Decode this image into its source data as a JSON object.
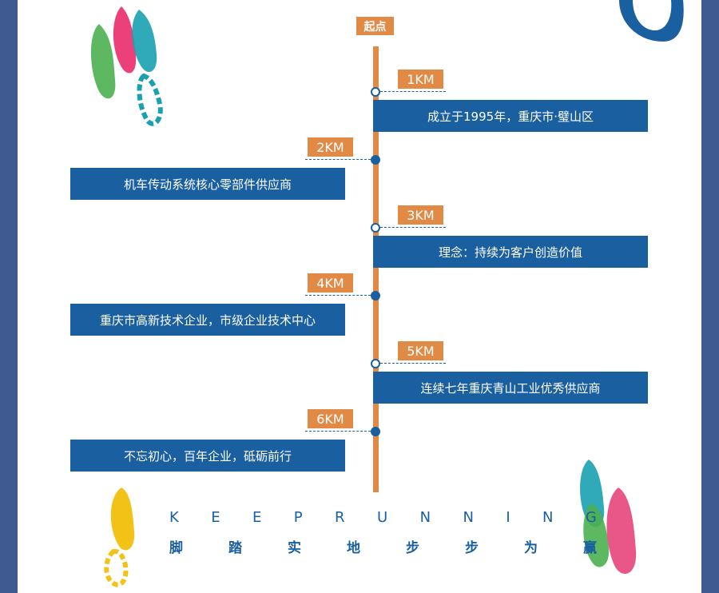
{
  "timeline": {
    "start_label": "起点",
    "milestones": [
      {
        "km": "1KM",
        "text": "成立于1995年，重庆市·璧山区",
        "side": "right",
        "node": "hollow"
      },
      {
        "km": "2KM",
        "text": "机车传动系统核心零部件供应商",
        "side": "left",
        "node": "solid"
      },
      {
        "km": "3KM",
        "text": "理念：持续为客户创造价值",
        "side": "right",
        "node": "hollow"
      },
      {
        "km": "4KM",
        "text": "重庆市高新技术企业，市级企业技术中心",
        "side": "left",
        "node": "solid"
      },
      {
        "km": "5KM",
        "text": "连续七年重庆青山工业优秀供应商",
        "side": "right",
        "node": "hollow"
      },
      {
        "km": "6KM",
        "text": "不忘初心，百年企业，砥砺前行",
        "side": "left",
        "node": "solid"
      }
    ]
  },
  "slogan": {
    "en_letters": [
      "K",
      "E",
      "E",
      "P",
      "R",
      "U",
      "N",
      "N",
      "I",
      "N",
      "G"
    ],
    "zh_chars": [
      "脚",
      "踏",
      "实",
      "地",
      "步",
      "步",
      "为",
      "赢"
    ]
  },
  "colors": {
    "frame": "#3f5a8f",
    "axis": "#e08a45",
    "box": "#1a5fa0"
  },
  "icons": [
    "footprint-icon"
  ]
}
